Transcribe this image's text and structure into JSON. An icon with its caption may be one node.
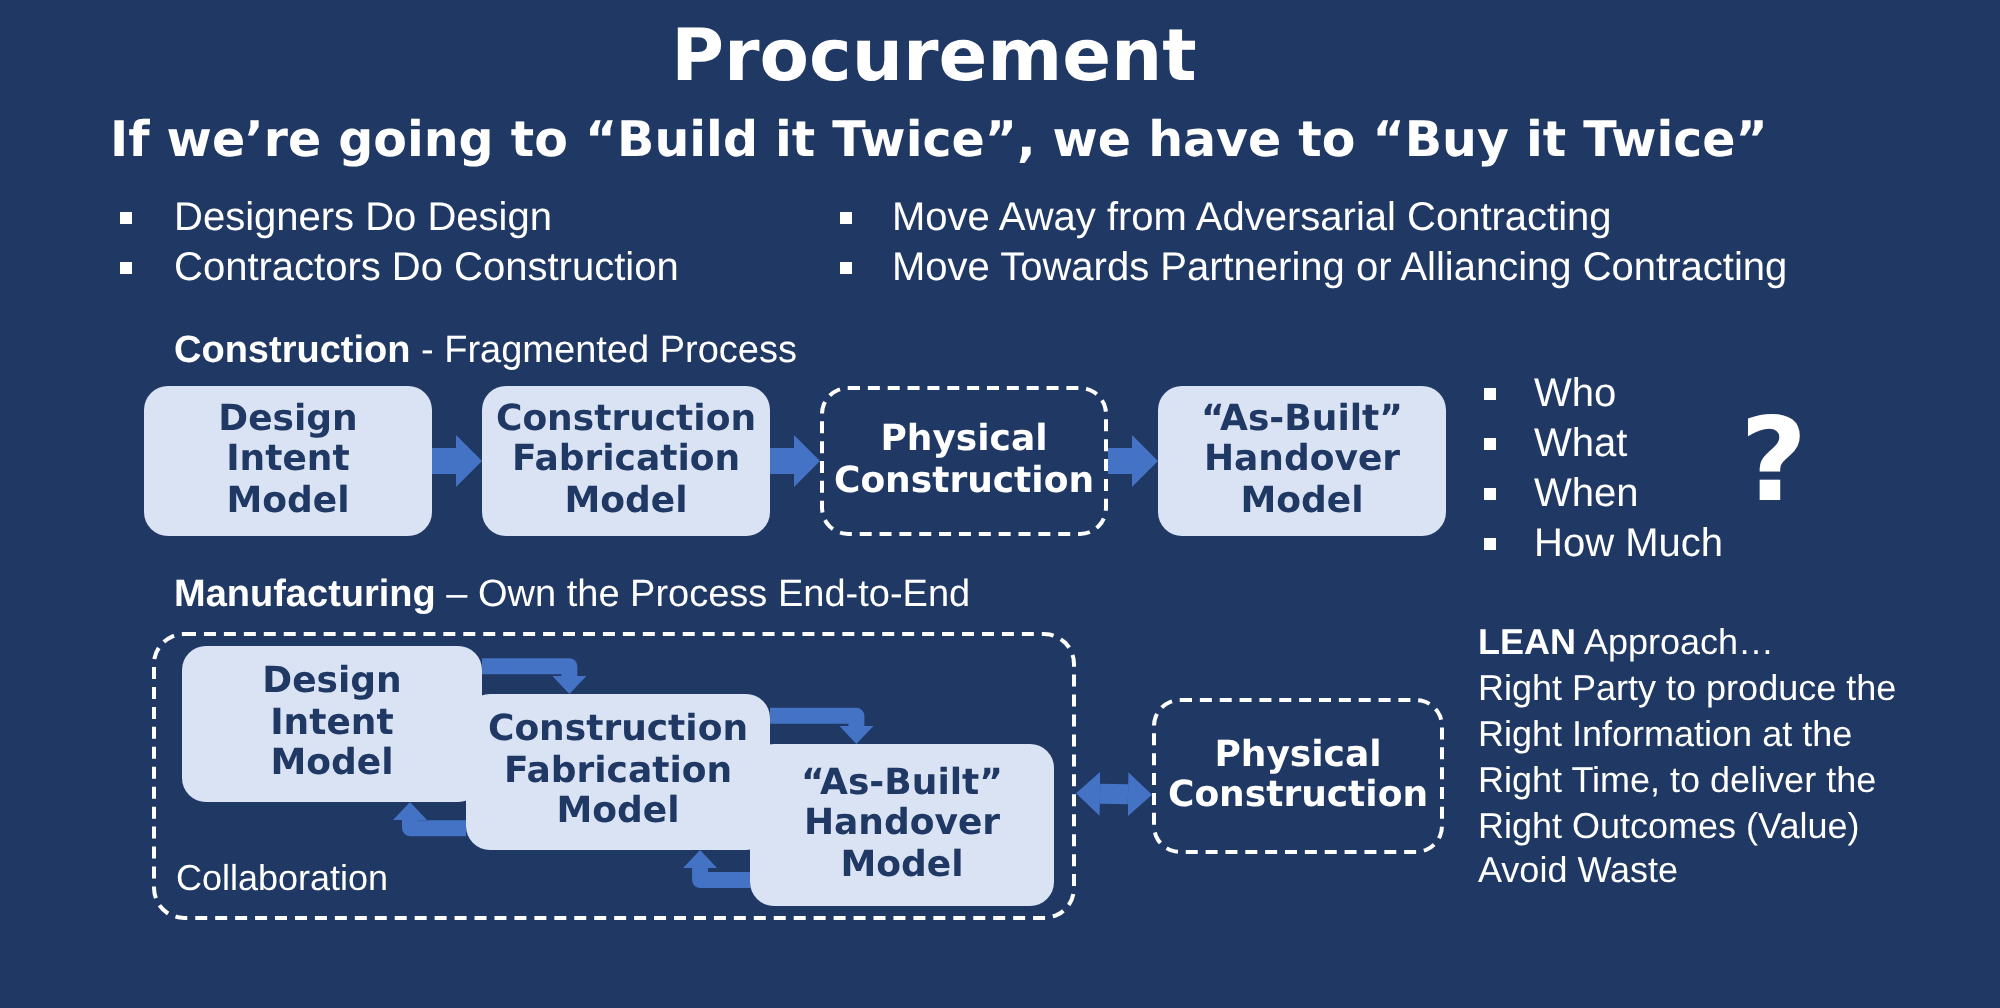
{
  "diagram": {
    "title": "Procurement",
    "nodes": [
      {
        "text": [
          "Design Intent Model"
        ]
      },
      {
        "text": [
          "Construction Fabrication Model"
        ]
      },
      {
        "text": [
          "Physical Construction"
        ]
      },
      {
        "text": [
          "“As-Built” Handover Model"
        ]
      },
      {
        "text": [
          "Collaboration"
        ]
      },
      {
        "text": [
          "Design Intent Model"
        ],
        "in": 4
      },
      {
        "text": [
          "Construction Fabrication Model"
        ],
        "in": 4
      },
      {
        "text": [
          "“As-Built” Handover Model"
        ],
        "in": 4
      },
      {
        "text": [
          "Physical Construction"
        ]
      }
    ],
    "edges": [
      {
        "from": 0,
        "to": 1,
        "arrow": "to"
      },
      {
        "from": 1,
        "to": 2,
        "arrow": "to"
      },
      {
        "from": 2,
        "to": 3,
        "arrow": "to"
      },
      {
        "from": 5,
        "to": 6,
        "arrow": "to"
      },
      {
        "from": 6,
        "to": 7,
        "arrow": "to"
      },
      {
        "from": 7,
        "to": 6,
        "arrow": "to"
      },
      {
        "from": 6,
        "to": 5,
        "arrow": "to"
      },
      {
        "from": 4,
        "to": 8,
        "arrow": "both"
      }
    ],
    "labels": [
      "If we’re going to “Build it Twice”, we have to “Buy it Twice”",
      "Designers Do Design",
      "Contractors Do Construction",
      "Move Away from Adversarial Contracting",
      "Move Towards Partnering or Alliancing Contracting",
      "**Construction** - Fragmented Process",
      "Who",
      "What",
      "When",
      "How Much",
      "?",
      "**Manufacturing** – Own the Process End-to-End",
      "**LEAN** Approach…",
      "Right Party to produce the Right Information at the Right Time, to deliver the Right Outcomes (Value)",
      "Avoid Waste"
    ]
  }
}
